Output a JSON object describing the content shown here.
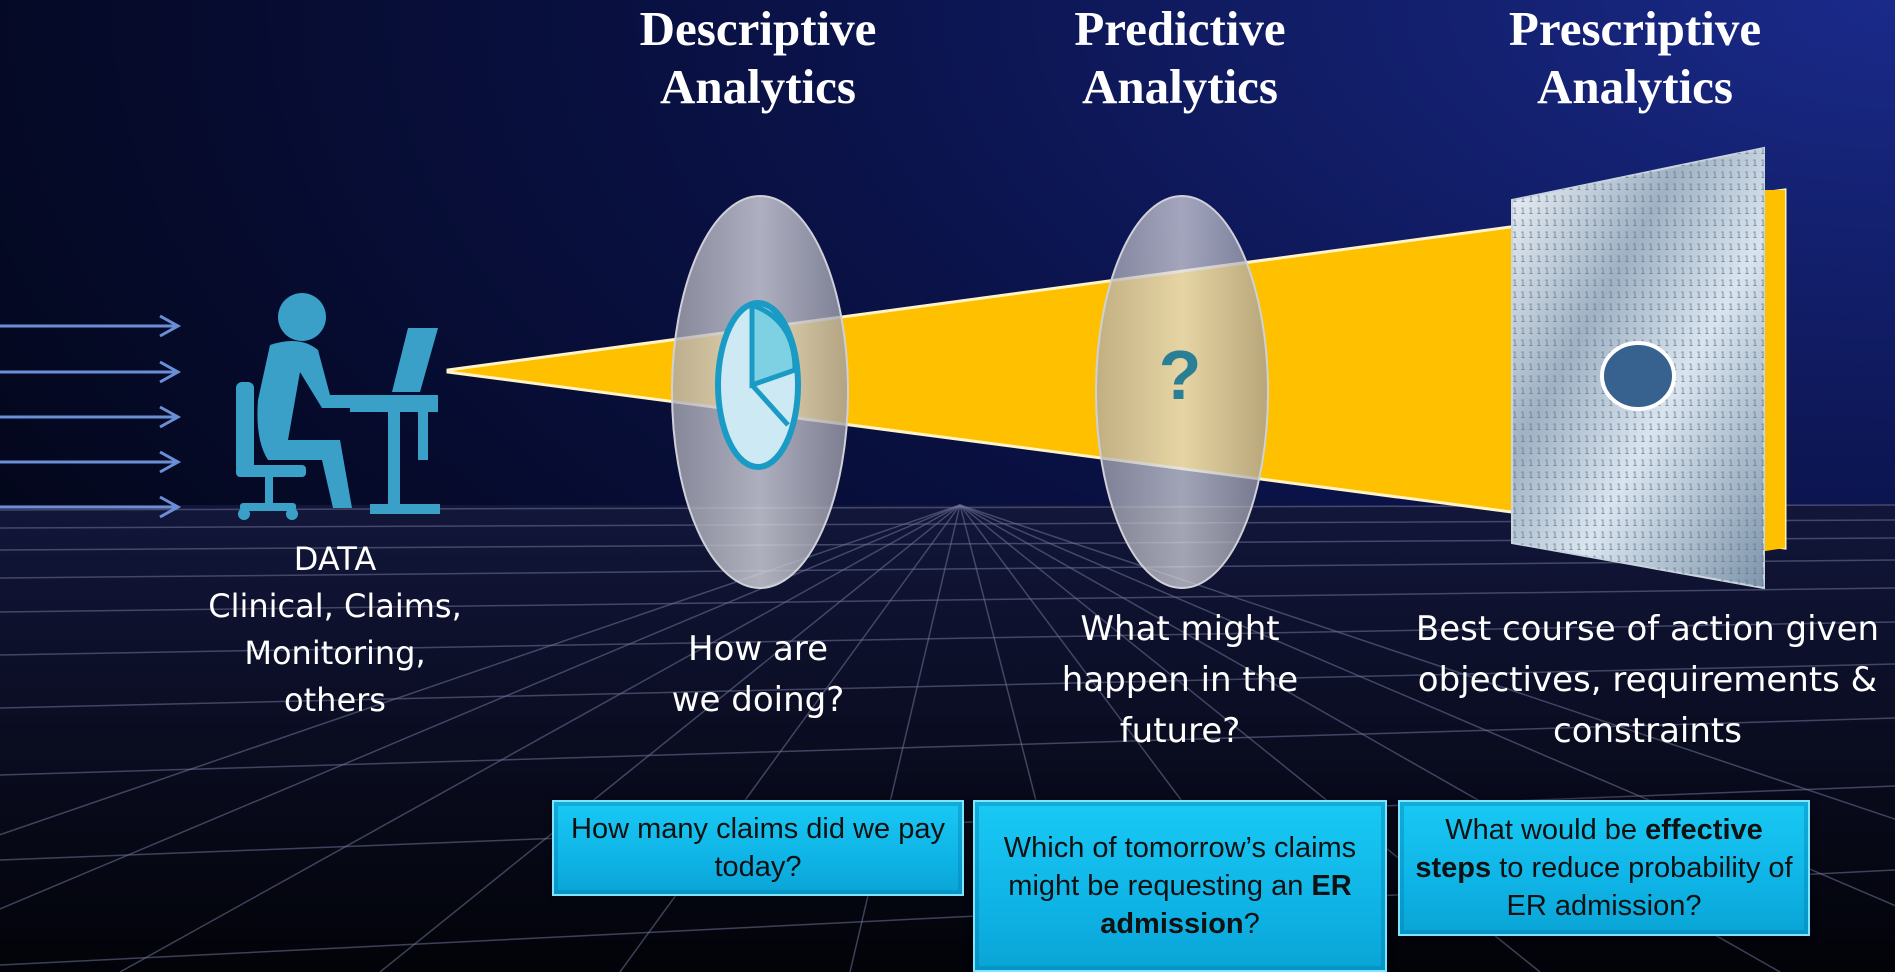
{
  "stages": [
    {
      "title_line1": "Descriptive",
      "title_line2": "Analytics",
      "caption": [
        "How are",
        "we doing?"
      ],
      "example": "How many claims did we pay today?"
    },
    {
      "title_line1": "Predictive",
      "title_line2": "Analytics",
      "caption": [
        "What might",
        "happen in the",
        "future?"
      ],
      "example_parts": [
        "Which of tomorrow’s claims might be requesting an ",
        "ER admission",
        "?"
      ]
    },
    {
      "title_line1": "Prescriptive",
      "title_line2": "Analytics",
      "caption": [
        "Best course of action given",
        "objectives, requirements &",
        "constraints"
      ],
      "example_parts": [
        "What would be ",
        "effective steps",
        " to reduce probability of ER admission?"
      ]
    }
  ],
  "data_label": [
    "DATA",
    "Clinical, Claims,",
    "Monitoring,",
    "others"
  ],
  "question_mark": "?",
  "colors": {
    "beam": "#ffc000",
    "lens": "#c9c9d2",
    "box": "#13bdea",
    "background": "#050a1e"
  },
  "icons": [
    "person-at-laptop-icon",
    "pie-chart-icon",
    "question-icon",
    "binary-screen-icon",
    "input-arrow-icon"
  ]
}
